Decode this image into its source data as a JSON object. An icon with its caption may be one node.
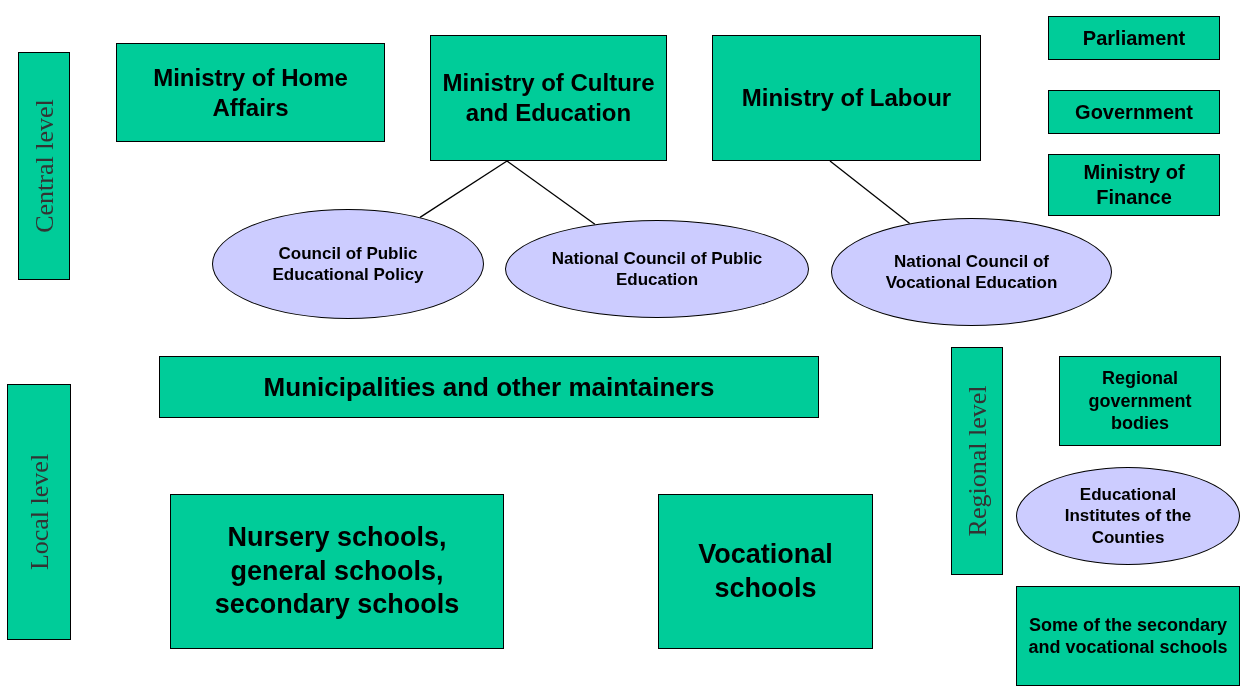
{
  "diagram": {
    "nodes": [
      {
        "text": [
          "Central level"
        ]
      },
      {
        "text": [
          "Ministry of Home Affairs"
        ]
      },
      {
        "text": [
          "Ministry of Culture and Education"
        ]
      },
      {
        "text": [
          "Ministry of Labour"
        ]
      },
      {
        "text": [
          "Parliament"
        ]
      },
      {
        "text": [
          "Government"
        ]
      },
      {
        "text": [
          "Ministry of Finance"
        ]
      },
      {
        "text": [
          "Council of Public Educational Policy"
        ]
      },
      {
        "text": [
          "National Council of Public Education"
        ]
      },
      {
        "text": [
          "National Council of Vocational Education"
        ]
      },
      {
        "text": [
          "Municipalities and other maintainers"
        ]
      },
      {
        "text": [
          "Regional level"
        ]
      },
      {
        "text": [
          "Regional government bodies"
        ]
      },
      {
        "text": [
          "Local level"
        ]
      },
      {
        "text": [
          "Educational Institutes of the Counties"
        ]
      },
      {
        "text": [
          "Nursery schools, general schools, secondary schools"
        ]
      },
      {
        "text": [
          "Vocational schools"
        ]
      },
      {
        "text": [
          "Some of the secondary and vocational schools"
        ]
      }
    ],
    "edges": [
      {
        "from": 2,
        "to": 7,
        "arrow": "none"
      },
      {
        "from": 2,
        "to": 8,
        "arrow": "none"
      },
      {
        "from": 3,
        "to": 9,
        "arrow": "none"
      }
    ]
  }
}
